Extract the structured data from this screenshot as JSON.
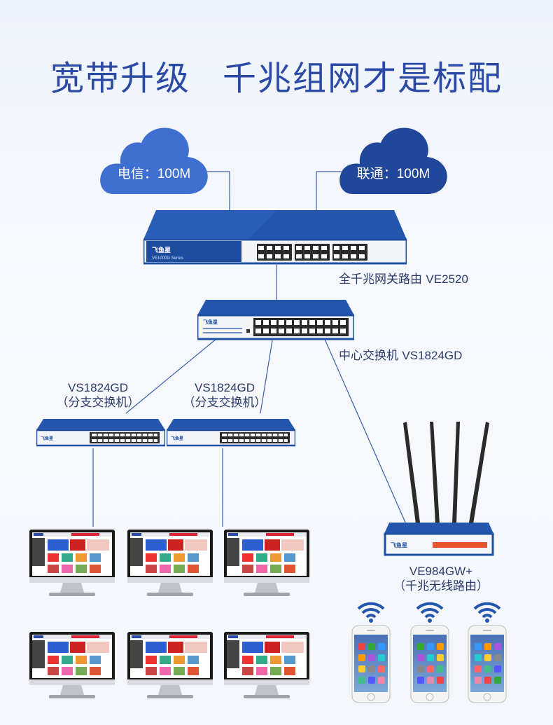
{
  "title": {
    "part1": "宽带升级",
    "part2": "千兆组网才是标配"
  },
  "clouds": {
    "left": "电信：100M",
    "right": "联通：100M"
  },
  "devices": {
    "router": {
      "name": "全千兆网关路由",
      "model": "VE2520",
      "brand": "飞鱼星",
      "series": "VE1000G Series"
    },
    "core_switch": {
      "name": "中心交换机",
      "model": "VS1824GD",
      "brand": "飞鱼星"
    },
    "branch_switch_1": {
      "model": "VS1824GD",
      "desc": "（分支交换机）",
      "brand": "飞鱼星"
    },
    "branch_switch_2": {
      "model": "VS1824GD",
      "desc": "（分支交换机）",
      "brand": "飞鱼星"
    },
    "wifi_router": {
      "model": "VE984GW+",
      "desc": "（千兆无线路由）",
      "brand": "飞鱼星"
    }
  },
  "colors": {
    "accent": "#2b4aa6",
    "cloud_light": "#3f6fd0",
    "cloud_dark": "#21479a",
    "device": "#1e4fa3"
  },
  "icons": [
    "cloud-icon",
    "wifi-icon",
    "monitor-icon",
    "phone-icon"
  ]
}
